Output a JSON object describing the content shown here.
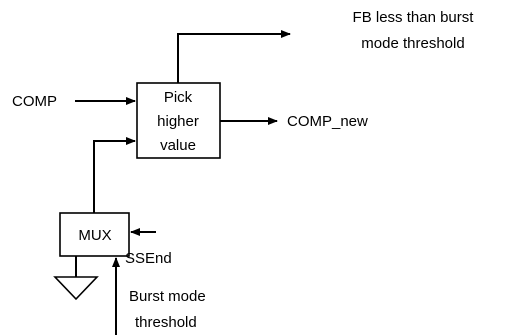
{
  "blocks": {
    "pick": {
      "lines": [
        "Pick",
        "higher",
        "value"
      ]
    },
    "mux": {
      "label": "MUX"
    }
  },
  "signals": {
    "comp": "COMP",
    "comp_new": "COMP_new",
    "ssend": "SSEnd",
    "fb_line1": "FB less than burst",
    "fb_line2": "mode threshold",
    "burst_line1": "Burst mode",
    "burst_line2": "threshold"
  }
}
